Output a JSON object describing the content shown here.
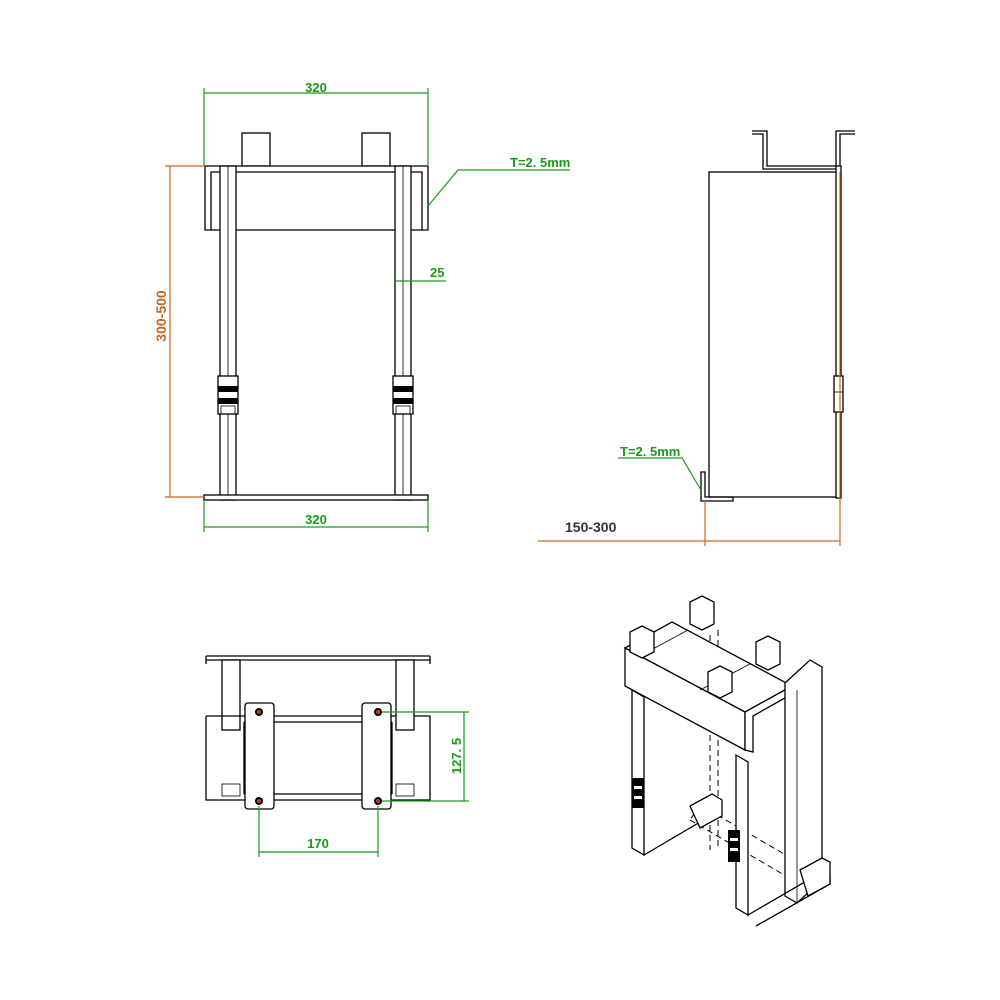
{
  "front_view": {
    "top_width": "320",
    "bottom_width": "320",
    "height_range": "300-500",
    "thickness": "T=2. 5mm",
    "strap_width": "25"
  },
  "side_view": {
    "thickness": "T=2. 5mm",
    "depth_range": "150-300"
  },
  "top_view": {
    "hole_spacing_x": "170",
    "hole_spacing_y": "127. 5"
  },
  "colors": {
    "dimension_green": "#1a9a1a",
    "dimension_orange": "#c8671e",
    "outline": "#000000"
  }
}
